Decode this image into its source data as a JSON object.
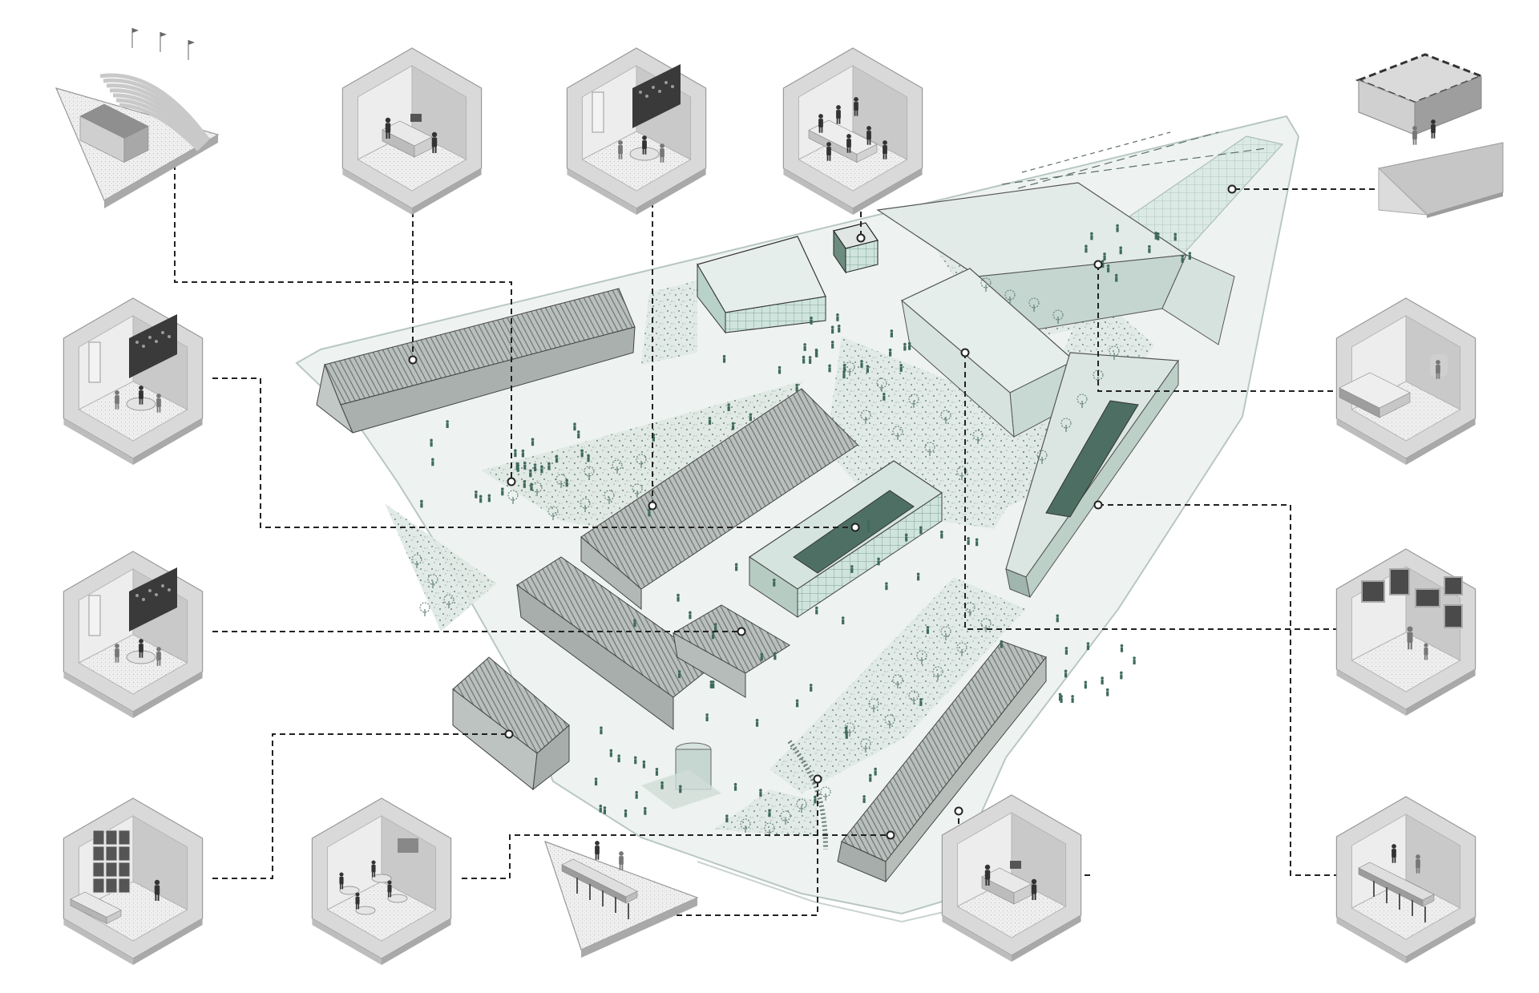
{
  "colors": {
    "background": "#ffffff",
    "site_fill": "#eef3f1",
    "site_edge": "#b9c7c2",
    "roof_light": "#dde3e1",
    "roof_dark": "#8f9893",
    "glass": "#cfe4dc",
    "glass_edge": "#4f7a6c",
    "greenery": "#c4d6cf",
    "tree": "#5f7f73",
    "people": "#3f6a5c",
    "box_top": "#d9d9d9",
    "box_left": "#ededed",
    "box_right": "#c9c9c9",
    "box_floor": "#f4f4f4",
    "line": "#222222"
  },
  "diagram": {
    "type": "isometric site plan with program callouts",
    "callouts": [
      {
        "id": "amphitheater",
        "kind": "triangle",
        "icon": "amphitheater-icon",
        "scene": "stage"
      },
      {
        "id": "office-left",
        "kind": "hex",
        "icon": "office-meeting-icon",
        "scene": "desk"
      },
      {
        "id": "exhibit-hall",
        "kind": "hex",
        "icon": "exhibition-board-icon",
        "scene": "board"
      },
      {
        "id": "conference",
        "kind": "hex",
        "icon": "conference-table-icon",
        "scene": "conference"
      },
      {
        "id": "rooftop-frame",
        "kind": "block",
        "icon": "rooftop-frame-icon",
        "scene": "frame"
      },
      {
        "id": "classroom-upper",
        "kind": "hex",
        "icon": "presentation-board-icon",
        "scene": "board"
      },
      {
        "id": "bedroom",
        "kind": "hex",
        "icon": "bed-icon",
        "scene": "bed"
      },
      {
        "id": "classroom-lower",
        "kind": "hex",
        "icon": "presentation-board-icon",
        "scene": "board"
      },
      {
        "id": "gallery",
        "kind": "hex",
        "icon": "art-gallery-icon",
        "scene": "gallery"
      },
      {
        "id": "library",
        "kind": "hex",
        "icon": "bookshelf-icon",
        "scene": "library"
      },
      {
        "id": "cafe",
        "kind": "hex",
        "icon": "cafe-seating-icon",
        "scene": "cafe"
      },
      {
        "id": "bar-counter",
        "kind": "triangle",
        "icon": "bar-counter-icon",
        "scene": "bar"
      },
      {
        "id": "office-right",
        "kind": "hex",
        "icon": "office-desk-icon",
        "scene": "desk"
      },
      {
        "id": "bar-hex",
        "kind": "hex",
        "icon": "bar-table-icon",
        "scene": "bar"
      }
    ]
  }
}
